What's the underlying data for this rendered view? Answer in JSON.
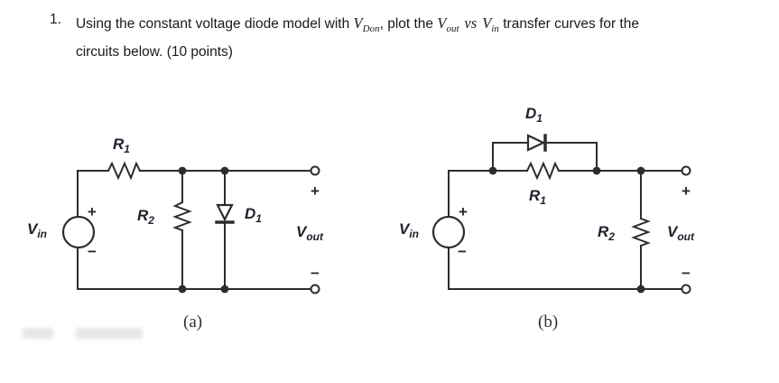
{
  "problem": {
    "number": "1.",
    "segments": [
      "Using the constant voltage diode model with ",
      "V",
      "Don",
      ", plot the ",
      "V",
      "out",
      "vs",
      "V",
      "in",
      " transfer curves for the"
    ],
    "line2": "circuits below. (10 points)"
  },
  "colors": {
    "wire": "#2d2d2d",
    "component_label": "#20202c",
    "body_text": "#1a1a1a"
  },
  "circuit_a": {
    "caption": "(a)",
    "labels": {
      "vin": {
        "base": "V",
        "sub": "in"
      },
      "r1": {
        "base": "R",
        "sub": "1"
      },
      "r2": {
        "base": "R",
        "sub": "2"
      },
      "d1": {
        "base": "D",
        "sub": "1"
      },
      "vout": {
        "base": "V",
        "sub": "out"
      }
    },
    "source_plus": "+",
    "source_minus": "−",
    "output_plus": "+",
    "output_minus": "−"
  },
  "circuit_b": {
    "caption": "(b)",
    "labels": {
      "vin": {
        "base": "V",
        "sub": "in"
      },
      "r1": {
        "base": "R",
        "sub": "1"
      },
      "r2": {
        "base": "R",
        "sub": "2"
      },
      "d1": {
        "base": "D",
        "sub": "1"
      },
      "vout": {
        "base": "V",
        "sub": "out"
      }
    },
    "source_plus": "+",
    "source_minus": "−",
    "output_plus": "+",
    "output_minus": "−"
  }
}
